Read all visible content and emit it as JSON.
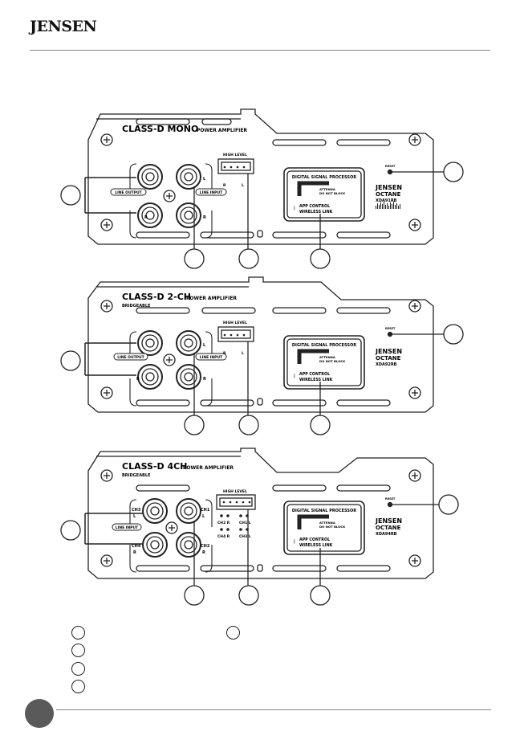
{
  "header": {
    "logo_text": "JENSEN"
  },
  "panels": [
    {
      "title": "CLASS-D MONO",
      "title_suffix": "POWER AMPLIFIER",
      "subtitle": "",
      "high_level_label": "HIGH LEVEL",
      "line_label": "LINE OUTPUT",
      "line_label_2": "LINE INPUT",
      "ch_labels": {
        "tl": "",
        "tr": "L",
        "bl": "R",
        "br": "R",
        "left_top": "",
        "left_bot": ""
      },
      "polarity_labels": [
        "R",
        "L"
      ],
      "dsp_title": "DIGITAL SIGNAL PROCESSOR",
      "antenna_1": "ATTENNA",
      "antenna_2": "DO NOT BLOCK",
      "app_1": "APP CONTROL",
      "app_2": "WIRELESS LINK",
      "reset_label": "RESET",
      "brand_1": "JENSEN",
      "brand_2": "OCTANE",
      "model": "XDA91RB"
    },
    {
      "title": "CLASS-D 2-CH",
      "title_suffix": "POWER AMPLIFIER",
      "subtitle": "BRIDGEABLE",
      "high_level_label": "HIGH LEVEL",
      "line_label": "LINE OUTPUT",
      "line_label_2": "LINE INPUT",
      "ch_labels": {
        "tl": "",
        "tr": "L",
        "bl": "R",
        "br": "R",
        "left_top": "",
        "left_bot": ""
      },
      "polarity_labels": [
        "R",
        "L"
      ],
      "dsp_title": "DIGITAL SIGNAL PROCESSOR",
      "antenna_1": "ATTENNA",
      "antenna_2": "DO NOT BLOCK",
      "app_1": "APP CONTROL",
      "app_2": "WIRELESS LINK",
      "reset_label": "RESET",
      "brand_1": "JENSEN",
      "brand_2": "OCTANE",
      "model": "XDA92RB"
    },
    {
      "title": "CLASS-D 4CH",
      "title_suffix": "POWER AMPLIFIER",
      "subtitle": "BRIDGEABLE",
      "high_level_label": "HIGH LEVEL",
      "line_label": "LINE INPUT",
      "line_label_2": "",
      "ch_labels": {
        "tl": "CH3",
        "tr": "CH1",
        "bl": "CH4",
        "br": "CH2",
        "left_top": "L",
        "left_bot": "R"
      },
      "polarity_labels": [
        "CH2 R",
        "CH1 L",
        "CH4 R",
        "CH3 L"
      ],
      "dsp_title": "DIGITAL SIGNAL PROCESSOR",
      "antenna_1": "ATTENNA",
      "antenna_2": "DO NOT BLOCK",
      "app_1": "APP CONTROL",
      "app_2": "WIRELESS LINK",
      "reset_label": "RESET",
      "brand_1": "JENSEN",
      "brand_2": "OCTANE",
      "model": "XDA94RB"
    }
  ]
}
